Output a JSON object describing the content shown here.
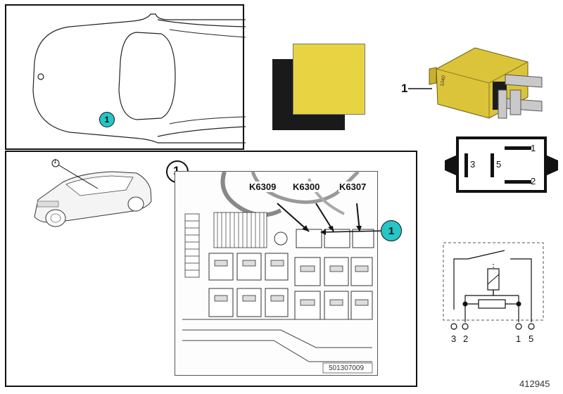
{
  "top_view": {
    "callout": "1"
  },
  "relay": {
    "pointer_label": "1",
    "stamp": "1040"
  },
  "pin_diagram": {
    "pins": [
      "1",
      "3",
      "5",
      "2"
    ]
  },
  "fuse_panel": {
    "section_marker": "1",
    "car_pointer": "1",
    "relay_labels": [
      "K6309",
      "K6300",
      "K6307"
    ],
    "callout": "1",
    "drawing_number": "501307009"
  },
  "schematic": {
    "terminals": [
      "3",
      "2",
      "1",
      "5"
    ]
  },
  "diagram_id": "412945",
  "colors": {
    "callout_fill": "#27c5c5",
    "relay_yellow": "#e8d442",
    "relay_black": "#1a1a1a"
  }
}
